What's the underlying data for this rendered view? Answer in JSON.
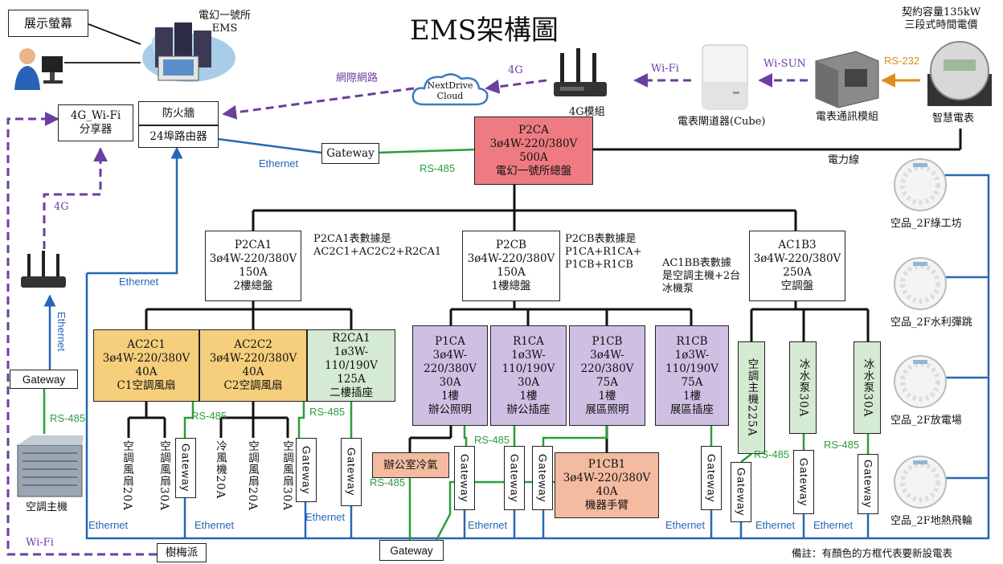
{
  "title": "EMS架構圖",
  "top": {
    "contract": "契約容量135kW\n三段式時間電價",
    "display": "展示螢幕",
    "ems": "電幻一號所\nEMS",
    "firewall": "防火牆",
    "router": "24埠路由器",
    "wifi_share": "4G_Wi-Fi\n分享器",
    "cloud": "NextDrive\nCloud",
    "module_4g": "4G模組",
    "cube": "電表閘道器(Cube)",
    "meter_comm": "電表通訊模組",
    "smart_meter": "智慧電表"
  },
  "links": {
    "internet": "網際網路",
    "four_g": "4G",
    "wifi": "Wi-Fi",
    "wisun": "Wi-SUN",
    "rs232": "RS-232",
    "ethernet": "Ethernet",
    "rs485": "RS-485",
    "power_line": "電力線"
  },
  "panels": {
    "p2ca": "P2CA\n3ø4W-220/380V\n500A\n電幻一號所總盤",
    "gateway": "Gateway",
    "p2ca1": "P2CA1\n3ø4W-220/380V\n150A\n2樓總盤",
    "p2cb": "P2CB\n3ø4W-220/380V\n150A\n1樓總盤",
    "ac1b3": "AC1B3\n3ø4W-220/380V\n250A\n空調盤",
    "note_p2ca1": "P2CA1表數據是\nAC2C1+AC2C2+R2CA1",
    "note_p2cb": "P2CB表數據是\nP1CA+R1CA+\nP1CB+R1CB",
    "note_ac1bb": "AC1BB表數據\n是空調主機+2台\n冰機泵",
    "ac2c1": "AC2C1\n3ø4W-220/380V\n40A\nC1空調風扇",
    "ac2c2": "AC2C2\n3ø4W-220/380V\n40A\nC2空調風扇",
    "r2ca1": "R2CA1\n1ø3W-110/190V\n125A\n二樓插座",
    "p1ca": "P1CA\n3ø4W-\n220/380V\n30A\n1樓\n辦公照明",
    "r1ca": "R1CA\n1ø3W-\n110/190V\n30A\n1樓\n辦公插座",
    "p1cb": "P1CB\n3ø4W-\n220/380V\n75A\n1樓\n展區照明",
    "r1cb": "R1CB\n1ø3W-\n110/190V\n75A\n1樓\n展區插座",
    "p1cb1": "P1CB1\n3ø4W-220/380V\n40A\n機器手臂",
    "office_ac": "辦公室冷氣",
    "ac_main_v": "空調主機225A",
    "pump1": "冰水泵30A",
    "pump2": "冰水泵30A",
    "fan1": "空調風扇20A",
    "fan2": "空調風扇30A",
    "fan3": "冷風機20A",
    "fan4": "空調風扇20A",
    "fan5": "空調風扇30A",
    "ac_main": "空調主機",
    "raspberry": "樹梅派",
    "note": "備註：有顏色的方框代表要新設電表"
  },
  "sensors": [
    "空品_2F綠工坊",
    "空品_2F水利彈跳",
    "空品_2F放電場",
    "空品_2F地熱飛輪"
  ],
  "colors": {
    "ethernet": "#2467b6",
    "rs485": "#2b9e3c",
    "wireless": "#6b3fa0",
    "rs232": "#e08b1d",
    "power": "#111111"
  }
}
